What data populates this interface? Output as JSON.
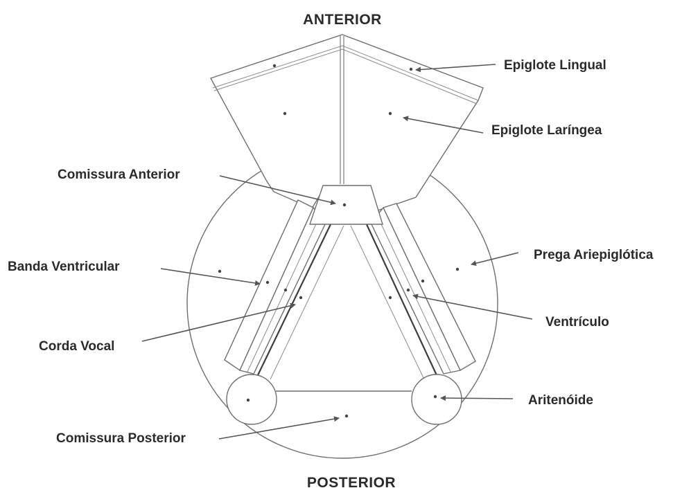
{
  "orientation": {
    "top": "ANTERIOR",
    "bottom": "POSTERIOR"
  },
  "labels": {
    "epiglote_lingual": "Epiglote Lingual",
    "epiglote_laringea": "Epiglote Laríngea",
    "comissura_anterior": "Comissura Anterior",
    "prega_ariepiglotica": "Prega Ariepiglótica",
    "banda_ventricular": "Banda Ventricular",
    "ventriculo": "Ventrículo",
    "corda_vocal": "Corda Vocal",
    "aritenoide": "Aritenóide",
    "comissura_posterior": "Comissura Posterior"
  },
  "colors": {
    "label_text": "#2a2a2a",
    "outline": "#6e6e6e",
    "arrow": "#555555"
  }
}
